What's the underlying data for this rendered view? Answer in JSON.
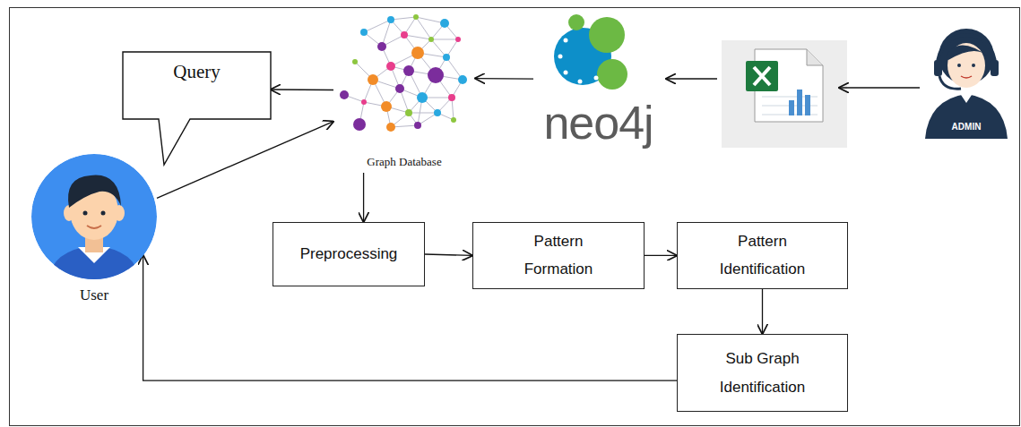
{
  "diagram": {
    "nodes": [
      {
        "text": [
          "Query"
        ]
      },
      {
        "text": [
          "Graph Database"
        ]
      },
      {
        "text": [
          "neo4j"
        ]
      },
      {
        "text": [
          "ADMIN"
        ]
      },
      {
        "text": [
          "User"
        ]
      },
      {
        "text": [
          "Preprocessing"
        ]
      },
      {
        "text": [
          "Pattern Formation"
        ]
      },
      {
        "text": [
          "Pattern Identification"
        ]
      },
      {
        "text": [
          "Sub Graph Identification"
        ]
      }
    ],
    "edges": [
      {
        "from": 1,
        "to": 0,
        "arrow": "to"
      },
      {
        "from": 2,
        "to": 1,
        "arrow": "to"
      },
      {
        "from": 4,
        "to": 1,
        "arrow": "to"
      },
      {
        "from": 1,
        "to": 5,
        "arrow": "to"
      },
      {
        "from": 5,
        "to": 6,
        "arrow": "to"
      },
      {
        "from": 6,
        "to": 7,
        "arrow": "to"
      },
      {
        "from": 7,
        "to": 8,
        "arrow": "to"
      },
      {
        "from": 8,
        "to": 4,
        "arrow": "to"
      }
    ]
  }
}
